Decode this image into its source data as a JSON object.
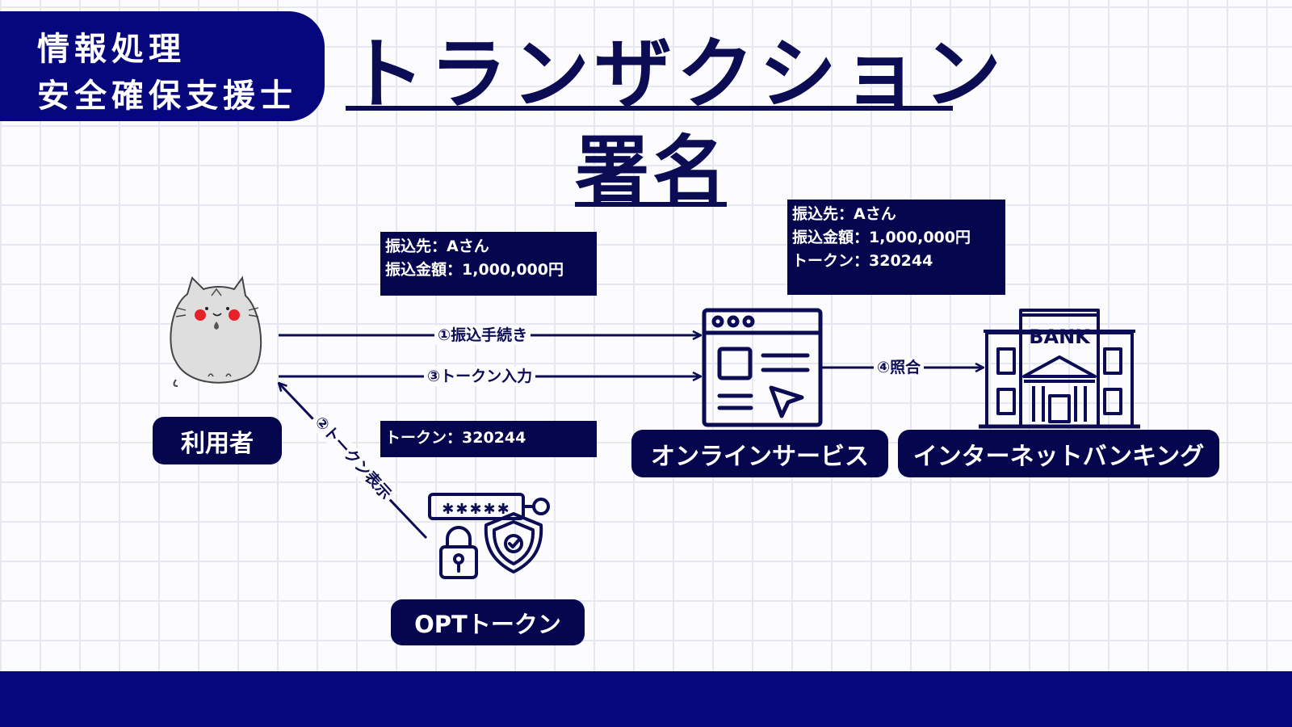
{
  "badge": {
    "line1": "情報処理",
    "line2": "安全確保支援士"
  },
  "title": {
    "line1": "トランザクション",
    "line2": "署名"
  },
  "info_box_left": {
    "line1": "振込先：Aさん",
    "line2": "振込金額：1,000,000円"
  },
  "info_box_right": {
    "line1": "振込先：Aさん",
    "line2": "振込金額：1,000,000円",
    "line3": "トークン：320244"
  },
  "info_box_token": {
    "line1": "トークン：320244"
  },
  "nodes": {
    "user": "利用者",
    "online_service": "オンラインサービス",
    "internet_banking": "インターネットバンキング",
    "otp_token": "OPTトークン"
  },
  "edges": {
    "step1": "①振込手続き",
    "step2": "②トークン表示",
    "step3": "③トークン入力",
    "step4": "④照合"
  },
  "icons": {
    "bank_sign": "BANK",
    "token_mask": "✱✱✱✱✱"
  },
  "colors": {
    "navy": "#06067d",
    "dark_navy": "#06064f",
    "cheek_red": "#e8202a"
  }
}
